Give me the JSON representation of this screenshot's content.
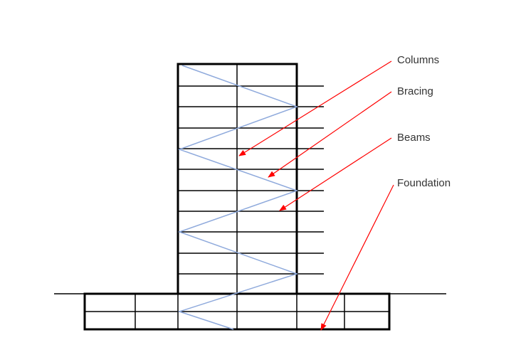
{
  "labels": {
    "columns": "Columns",
    "bracing": "Bracing",
    "beams": "Beams",
    "foundation": "Foundation"
  },
  "colors": {
    "structure": "#000000",
    "bracing": "#8faadc",
    "arrow": "#ff0000",
    "text": "#333333"
  }
}
